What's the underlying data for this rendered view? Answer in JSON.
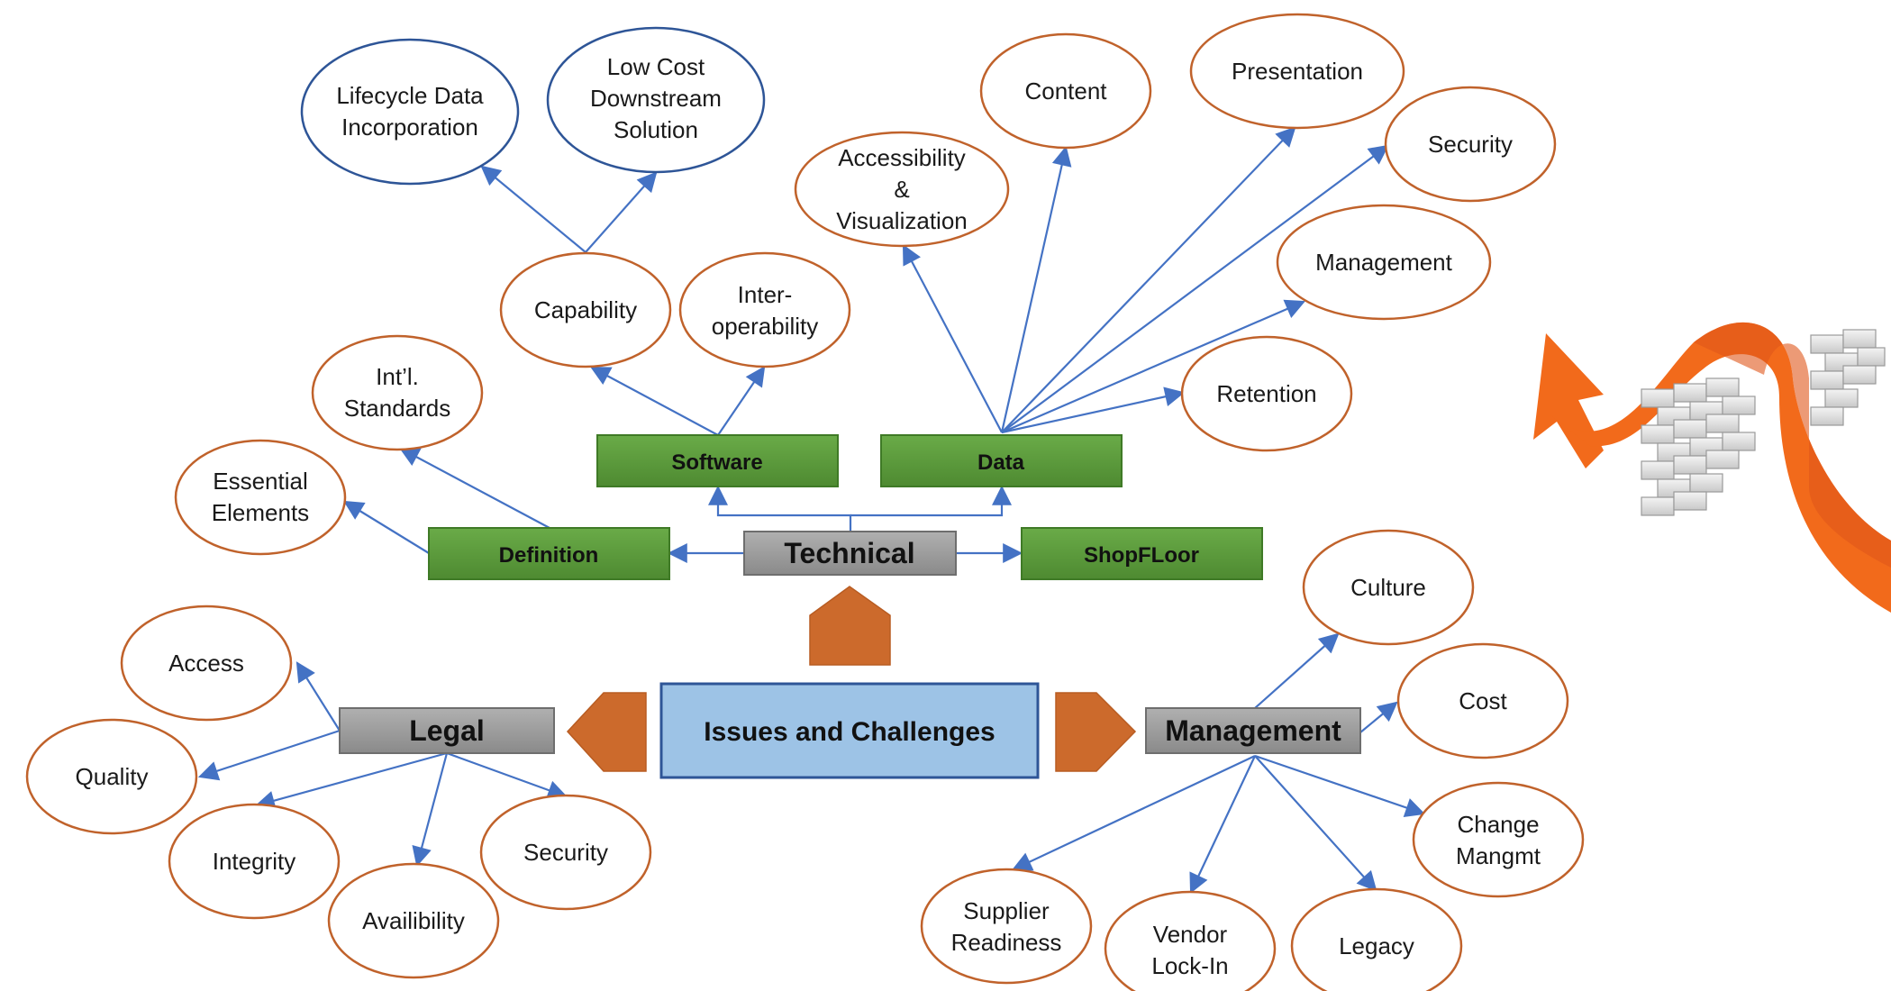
{
  "center": {
    "label": "Issues and Challenges"
  },
  "categories": {
    "technical": "Technical",
    "legal": "Legal",
    "management": "Management"
  },
  "technical_boxes": {
    "software": "Software",
    "data": "Data",
    "definition": "Definition",
    "shopfloor": "ShopFLoor"
  },
  "nodes": {
    "lifecycle": [
      "Lifecycle Data",
      "Incorporation"
    ],
    "lowcost": [
      "Low Cost",
      "Downstream",
      "Solution"
    ],
    "capability": [
      "Capability"
    ],
    "interop": [
      "Inter-",
      "operability"
    ],
    "intl_standards": [
      "Int’l.",
      "Standards"
    ],
    "essential": [
      "Essential",
      "Elements"
    ],
    "accessibility": [
      "Accessibility",
      "&",
      "Visualization"
    ],
    "content": [
      "Content"
    ],
    "presentation": [
      "Presentation"
    ],
    "security_data": [
      "Security"
    ],
    "management_data": [
      "Management"
    ],
    "retention": [
      "Retention"
    ],
    "access": [
      "Access"
    ],
    "quality": [
      "Quality"
    ],
    "integrity": [
      "Integrity"
    ],
    "availability": [
      "Availibility"
    ],
    "security_legal": [
      "Security"
    ],
    "culture": [
      "Culture"
    ],
    "cost": [
      "Cost"
    ],
    "change": [
      "Change",
      "Mangmt"
    ],
    "supplier": [
      "Supplier",
      "Readiness"
    ],
    "vendor": [
      "Vendor",
      "Lock-In"
    ],
    "legacy": [
      "Legacy"
    ]
  },
  "colors": {
    "ellipse_orange": "#c0622b",
    "ellipse_blue": "#2e5597",
    "arrow_blue": "#4472c4",
    "green_box": "#5a9a3a",
    "gray_box": "#9a9a9a",
    "center_fill": "#9dc3e6",
    "center_stroke": "#2e5597",
    "pentagon_orange": "#cc6a2c",
    "bridge_orange": "#f26a1b"
  },
  "icons": {
    "illustration": "arrow-over-brick-wall-icon"
  }
}
